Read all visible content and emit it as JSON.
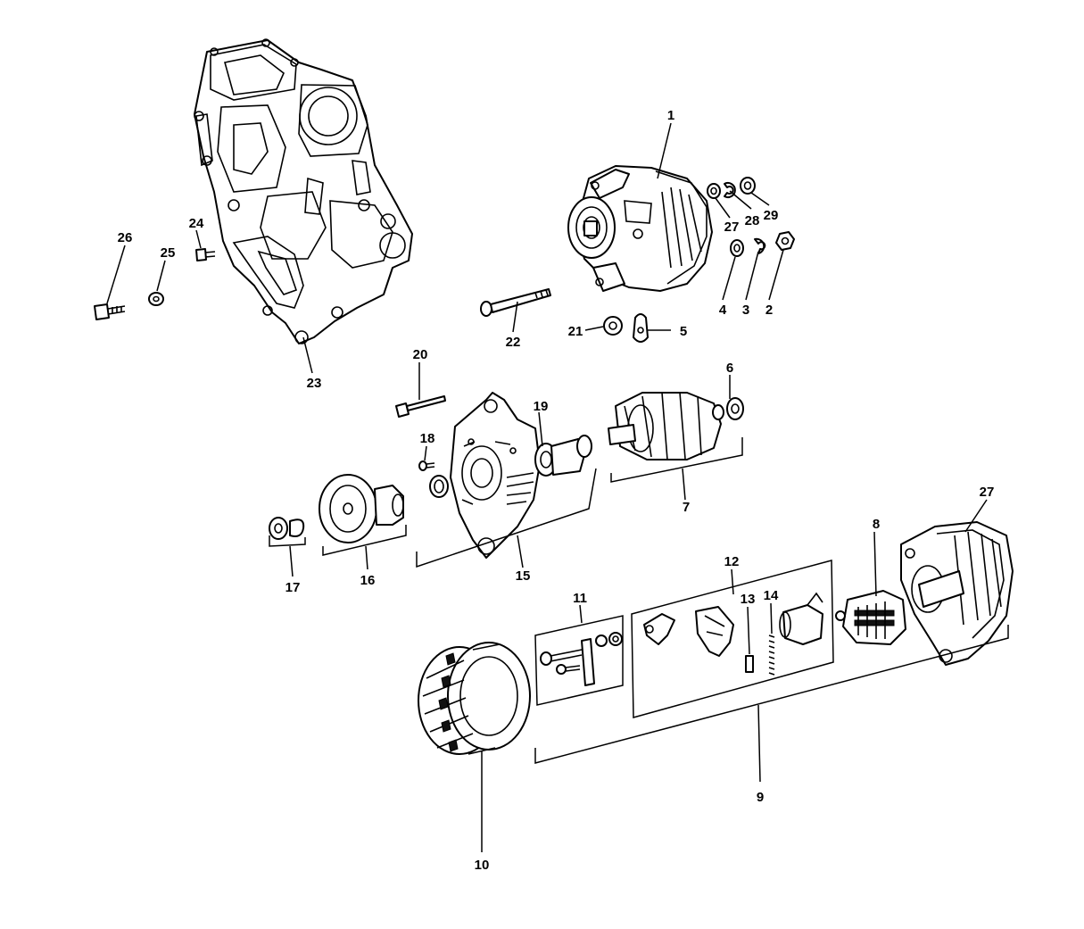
{
  "labels": {
    "l1": "1",
    "l2": "2",
    "l3": "3",
    "l4": "4",
    "l5": "5",
    "l6": "6",
    "l7": "7",
    "l8": "8",
    "l9": "9",
    "l10": "10",
    "l11": "11",
    "l12": "12",
    "l13": "13",
    "l14": "14",
    "l15": "15",
    "l16": "16",
    "l17": "17",
    "l18": "18",
    "l19": "19",
    "l20": "20",
    "l21": "21",
    "l22": "22",
    "l23": "23",
    "l24": "24",
    "l25": "25",
    "l26": "26",
    "l27a": "27",
    "l27b": "27",
    "l28": "28",
    "l29": "29"
  }
}
